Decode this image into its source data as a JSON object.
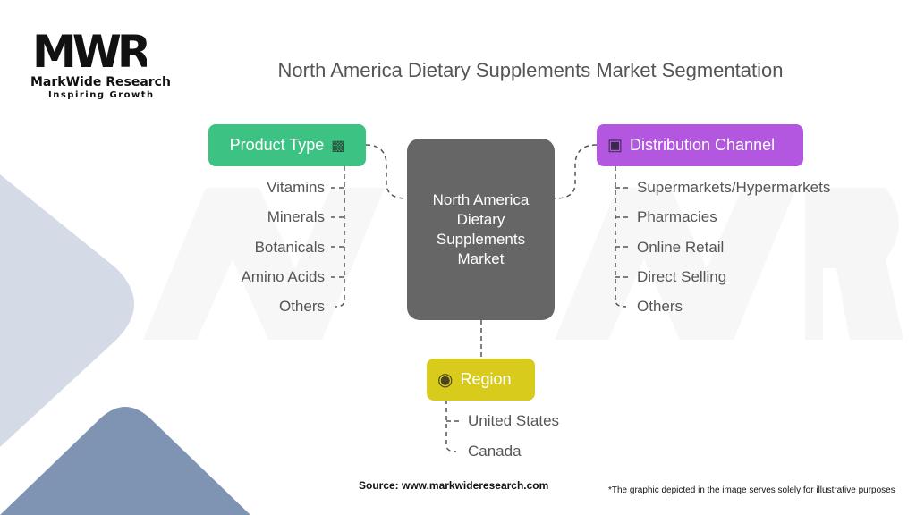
{
  "logo": {
    "mark": "MWR",
    "name": "MarkWide Research",
    "tagline": "Inspiring Growth"
  },
  "title": "North America Dietary Supplements Market Segmentation",
  "center": "North America Dietary Supplements Market",
  "colors": {
    "product": "#3cc383",
    "distribution": "#b357e0",
    "region": "#d9cb1c",
    "center": "#666666"
  },
  "product_type": {
    "label": "Product Type",
    "icon": "supplements-icon",
    "items": [
      "Vitamins",
      "Minerals",
      "Botanicals",
      "Amino Acids",
      "Others"
    ]
  },
  "distribution_channel": {
    "label": "Distribution Channel",
    "icon": "distribution-icon",
    "items": [
      "Supermarkets/Hypermarkets",
      "Pharmacies",
      "Online Retail",
      "Direct Selling",
      "Others"
    ]
  },
  "region": {
    "label": "Region",
    "icon": "globe-icon",
    "items": [
      "United States",
      "Canada"
    ]
  },
  "source": "Source: www.markwideresearch.com",
  "disclaimer": "*The graphic depicted in the image serves solely for illustrative purposes"
}
